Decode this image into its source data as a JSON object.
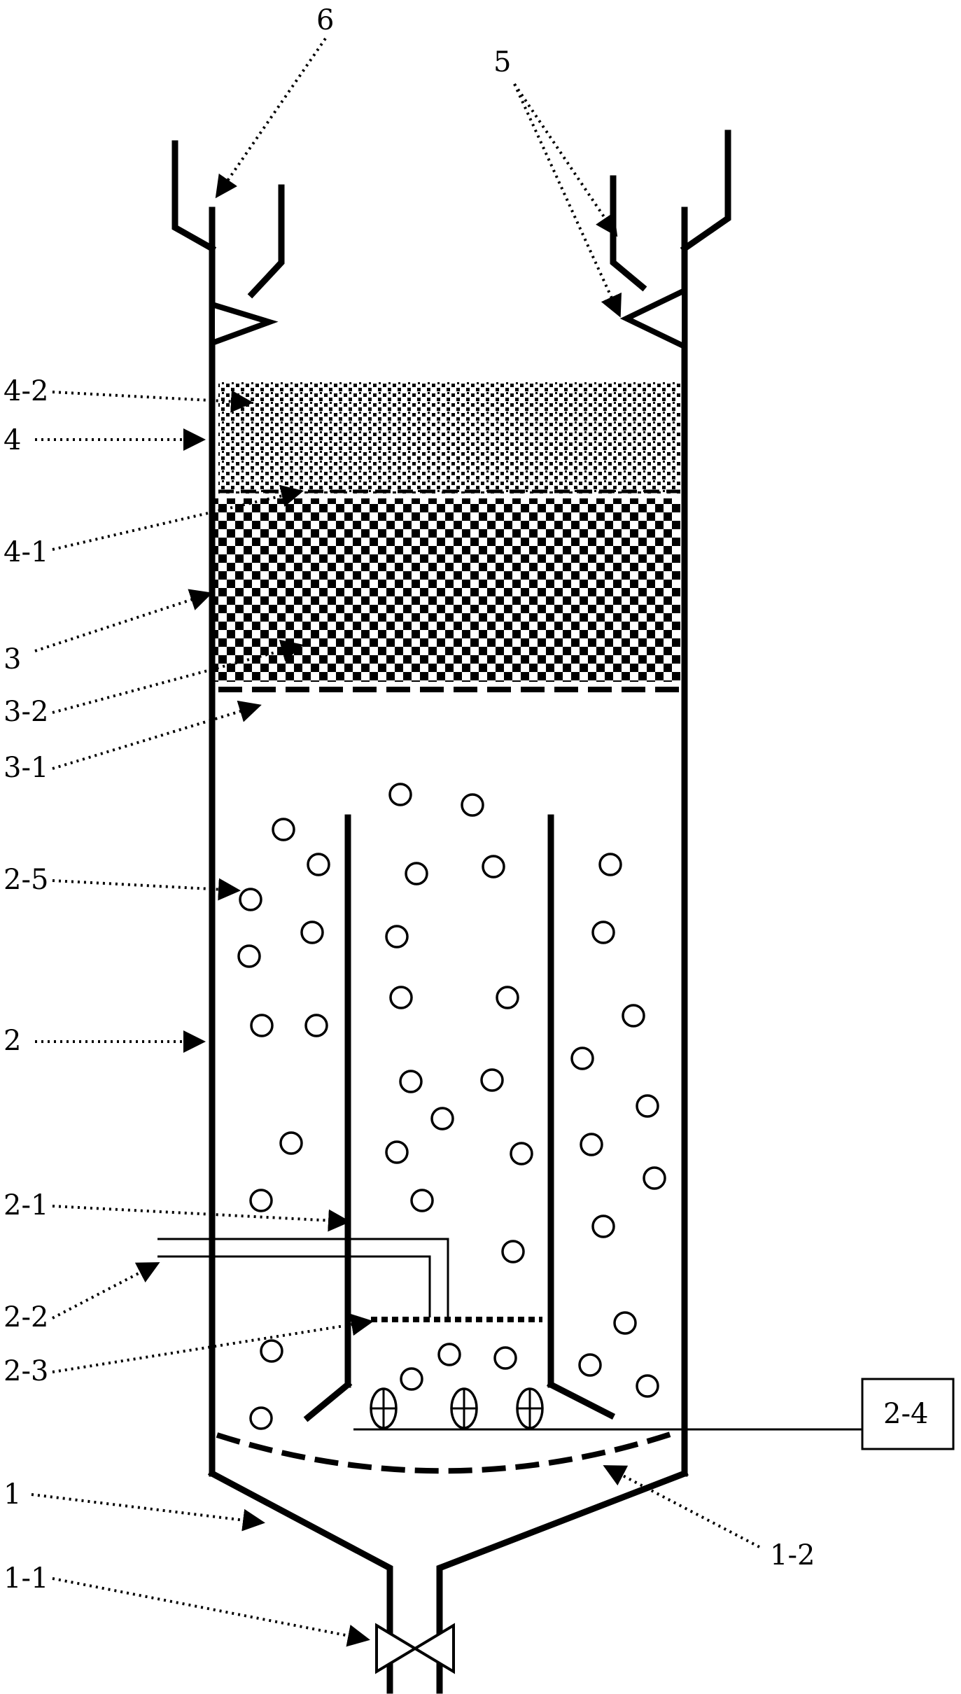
{
  "labels": {
    "l6": "6",
    "l5": "5",
    "l4_2": "4-2",
    "l4": "4",
    "l4_1": "4-1",
    "l3": "3",
    "l3_2": "3-2",
    "l3_1": "3-1",
    "l2_5": "2-5",
    "l2": "2",
    "l2_1": "2-1",
    "l2_2": "2-2",
    "l2_3": "2-3",
    "l2_4": "2-4",
    "l1": "1",
    "l1_1": "1-1",
    "l1_2": "1-2"
  }
}
